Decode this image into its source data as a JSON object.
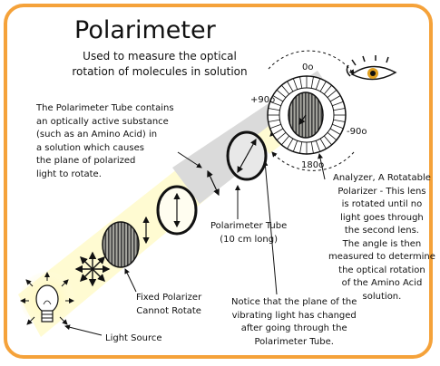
{
  "title": "Polarimeter",
  "subtitle_line1": "Used to measure the optical",
  "subtitle_line2": "rotation of molecules in solution",
  "tube_note": [
    "The Polarimeter Tube contains",
    "an optically active substance",
    "(such as an Amino Acid) in",
    "a solution which causes",
    "the plane of polarized",
    "light to rotate."
  ],
  "analyzer_note": [
    "Analyzer, A Rotatable",
    "Polarizer - This lens",
    "is rotated until no",
    "light goes through",
    "the second lens.",
    "The angle is then",
    "measured to determine",
    "the optical rotation",
    "of the Amino Acid",
    "solution."
  ],
  "tube_label": [
    "Polarimeter Tube",
    "(10 cm long)"
  ],
  "fixed_polarizer": [
    "Fixed Polarizer",
    "Cannot Rotate"
  ],
  "notice": [
    "Notice that the plane of the",
    "vibrating light has changed",
    "after going through the",
    "Polarimeter Tube."
  ],
  "light_source": "Light Source",
  "angles": {
    "top": "0o",
    "left": "+90o",
    "right": "-90o",
    "bottom": "180o"
  },
  "colors": {
    "border": "#f5a23a",
    "beam": "#fffbd0",
    "tube": "#d9d9d9",
    "lens_stripes": "#4a4a4a",
    "lamp_glow": "#fff4a8"
  }
}
